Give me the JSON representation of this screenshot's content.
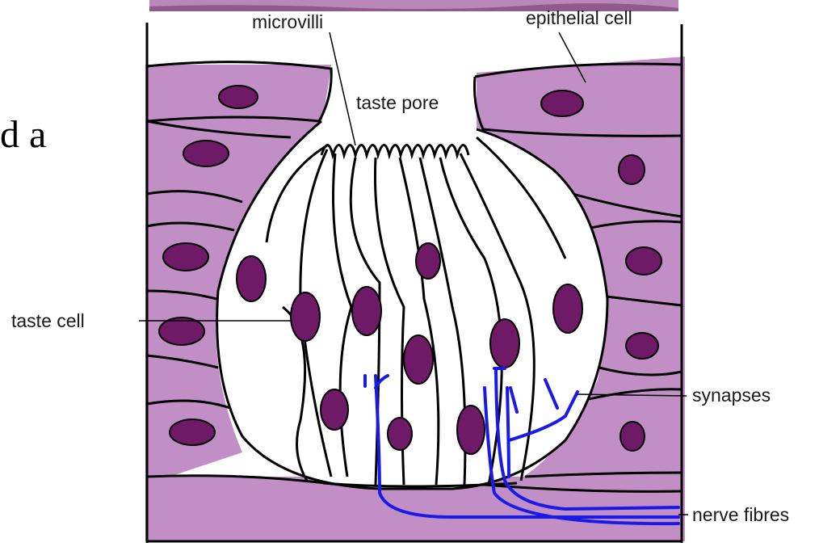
{
  "slide_fragment": "d a",
  "labels": {
    "microvilli": "microvilli",
    "epithelial_cell": "epithelial cell",
    "taste_pore": "taste pore",
    "taste_cell": "taste cell",
    "synapses": "synapses",
    "nerve_fibres": "nerve fibres"
  },
  "colors": {
    "epithelium": "#c18fc6",
    "nucleus": "#6e1a66",
    "nerve": "#1a1ae6",
    "outline": "#000000",
    "background_photo": "#b987b8"
  }
}
